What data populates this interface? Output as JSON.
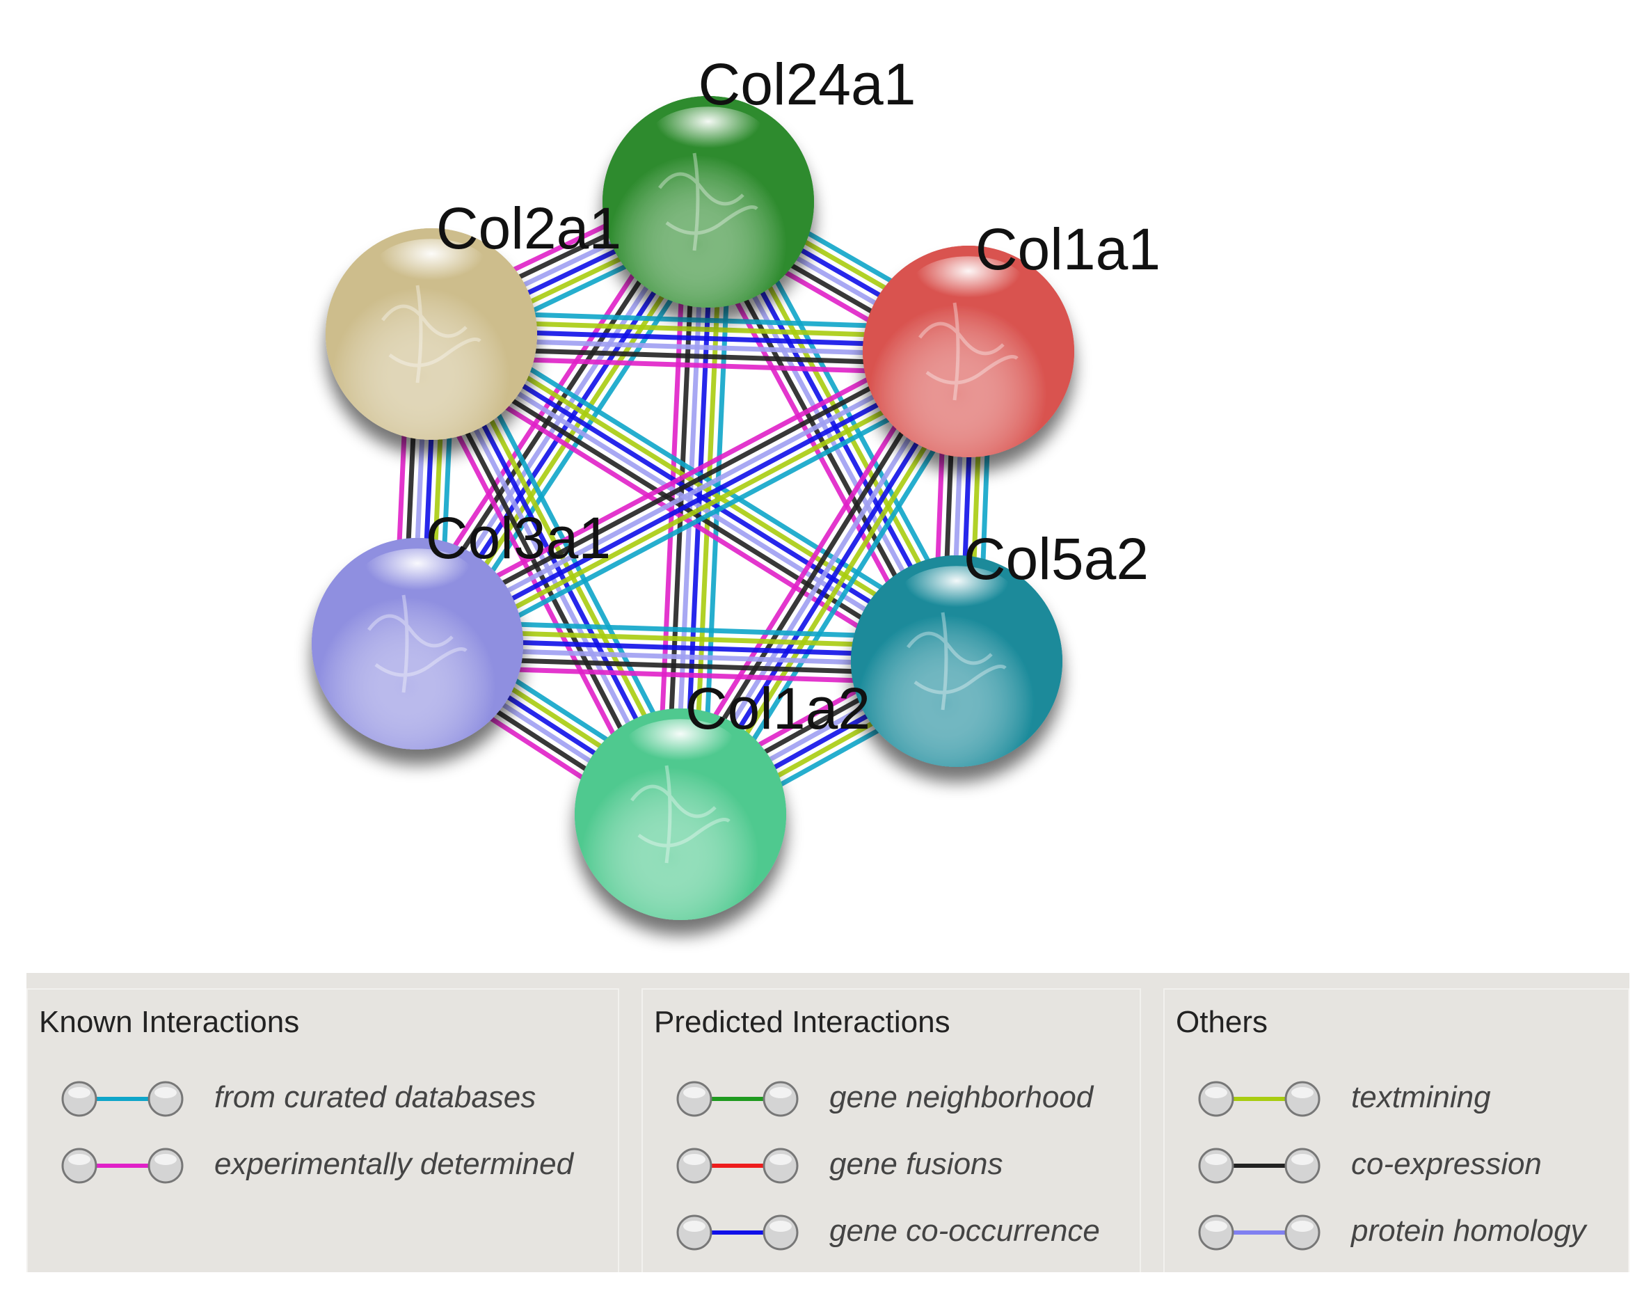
{
  "network": {
    "nodes": [
      {
        "id": "col24a1",
        "label": "Col24a1",
        "color": "#2e8b2e"
      },
      {
        "id": "col2a1",
        "label": "Col2a1",
        "color": "#cdbd8c"
      },
      {
        "id": "col1a1",
        "label": "Col1a1",
        "color": "#d9534f"
      },
      {
        "id": "col3a1",
        "label": "Col3a1",
        "color": "#8f8fe0"
      },
      {
        "id": "col5a2",
        "label": "Col5a2",
        "color": "#1a8a9a"
      },
      {
        "id": "col1a2",
        "label": "Col1a2",
        "color": "#4fc98f"
      }
    ],
    "edge_colors": [
      "#0ea5c9",
      "#a8cc10",
      "#1010e8",
      "#9f9ff2",
      "#222222",
      "#e020c8"
    ]
  },
  "legend": {
    "known": {
      "title": "Known Interactions",
      "items": [
        {
          "label": "from curated databases",
          "color": "#0ea5c9"
        },
        {
          "label": "experimentally determined",
          "color": "#e020c8"
        }
      ]
    },
    "predicted": {
      "title": "Predicted Interactions",
      "items": [
        {
          "label": "gene neighborhood",
          "color": "#1f9a1f"
        },
        {
          "label": "gene fusions",
          "color": "#ee1c1c"
        },
        {
          "label": "gene co-occurrence",
          "color": "#1010e8"
        }
      ]
    },
    "others": {
      "title": "Others",
      "items": [
        {
          "label": "textmining",
          "color": "#a8cc10"
        },
        {
          "label": "co-expression",
          "color": "#222222"
        },
        {
          "label": "protein homology",
          "color": "#8080f0"
        }
      ]
    }
  }
}
